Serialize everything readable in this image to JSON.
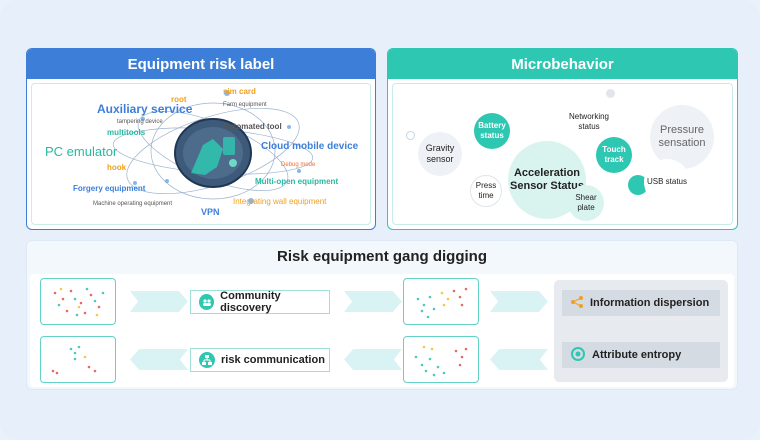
{
  "equipment_risk_label": {
    "title": "Equipment risk label",
    "labels": {
      "root": "root",
      "sim_card": "sim card",
      "auxiliary_service": "Auxiliary service",
      "farm_equipment": "Farm equipment",
      "tampering_device": "tampering device",
      "multitools": "multitools",
      "automated_tool": "Automated tool",
      "pc_emulator": "PC emulator",
      "cloud_mobile_device": "Cloud mobile device",
      "hook": "hook",
      "debug_mode": "Debug mode",
      "multi_open_equipment": "Multi-open equipment",
      "forgery_equipment": "Forgery equipment",
      "machine_operating_equipment": "Machine operating equipment",
      "integrating_wall_equipment": "Integrating wall equipment",
      "vpn": "VPN"
    }
  },
  "microbehavior": {
    "title": "Microbehavior",
    "bubbles": {
      "gravity_sensor": "Gravity sensor",
      "battery_status": "Battery status",
      "networking_status": "Networking status",
      "pressure_sensation": "Pressure sensation",
      "acceleration_sensor_status": "Acceleration Sensor Status",
      "touch_track": "Touch track",
      "usb_status": "USB status",
      "press_time": "Press time",
      "shear_plate": "Shear plate"
    }
  },
  "gang_digging": {
    "title": "Risk equipment gang digging",
    "community_discovery": "Community discovery",
    "risk_communication": "risk communication",
    "information_dispersion": "Information dispersion",
    "attribute_entropy": "Attribute entropy"
  },
  "colors": {
    "blue": "#3d7fd8",
    "teal": "#2ec7b2",
    "orange": "#f0a020",
    "green": "#27b8a0"
  }
}
